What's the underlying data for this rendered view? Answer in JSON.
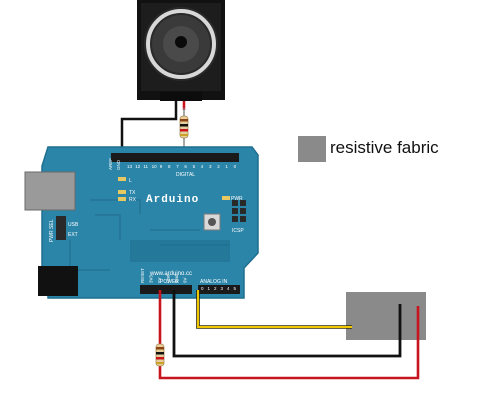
{
  "legend": {
    "label": "resistive fabric",
    "swatch_color": "#8a8a8a"
  },
  "board": {
    "name": "Arduino",
    "url": "www.arduino.cc",
    "color": "#2b85a8",
    "header_digital": "DIGITAL",
    "header_power": "POWER",
    "header_analog": "ANALOG IN",
    "pin_aref": "AREF",
    "pin_gnd": "GND",
    "digital_pin_numbers": [
      "13",
      "12",
      "11",
      "10",
      "9",
      "8",
      "7",
      "6",
      "5",
      "4",
      "3",
      "2",
      "1",
      "0"
    ],
    "power_pins": [
      "RESET",
      "3V3",
      "5V",
      "Gnd",
      "Gnd",
      "9V"
    ],
    "analog_pins": [
      "0",
      "1",
      "2",
      "3",
      "4",
      "5"
    ],
    "led_l": "L",
    "led_tx": "TX",
    "led_rx": "RX",
    "led_pwr": "PWR",
    "icsp": "ICSP",
    "pwr_sel": "PWR SEL",
    "usb": "USB",
    "ext": "EXT"
  },
  "components": {
    "speaker": "speaker",
    "resistor_top": "resistor",
    "resistor_bottom": "resistor",
    "fabric": "resistive fabric"
  },
  "colors": {
    "wire_black": "#111111",
    "wire_red": "#c8141e",
    "wire_yellow": "#f0c800",
    "fabric": "#8a8a8a"
  }
}
